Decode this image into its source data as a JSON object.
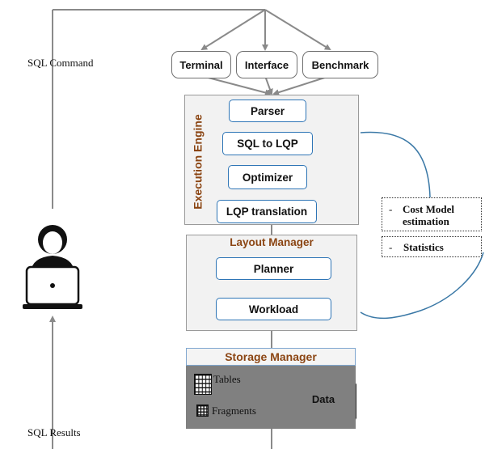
{
  "side_labels": {
    "sql_command": "SQL Command",
    "sql_results": "SQL Results"
  },
  "clients": [
    "Terminal",
    "Interface",
    "Benchmark"
  ],
  "execution_engine": {
    "title": "Execution Engine",
    "steps": [
      "Parser",
      "SQL to LQP",
      "Optimizer",
      "LQP translation"
    ]
  },
  "layout_manager": {
    "title": "Layout Manager",
    "planner": "Planner",
    "workload": "Workload"
  },
  "notes": {
    "cost_model_dash": "-",
    "cost_model": "Cost Model estimation",
    "statistics_dash": "-",
    "statistics": "Statistics"
  },
  "storage_manager": {
    "title": "Storage Manager",
    "tables": "Tables",
    "fragments": "Fragments",
    "data": "Data"
  },
  "icons": {
    "user": "user-laptop-icon",
    "tables": "table-grid-icon",
    "fragments": "fragment-grid-icon",
    "data": "database-cylinder-icon",
    "arrow": "white-left-arrow-icon"
  },
  "colors": {
    "accent_blue": "#2e75b6",
    "title_brown": "#8b4513",
    "connector_gray": "#8a8a8a",
    "storage_gray": "#808080",
    "curve_blue": "#3a78a6"
  }
}
